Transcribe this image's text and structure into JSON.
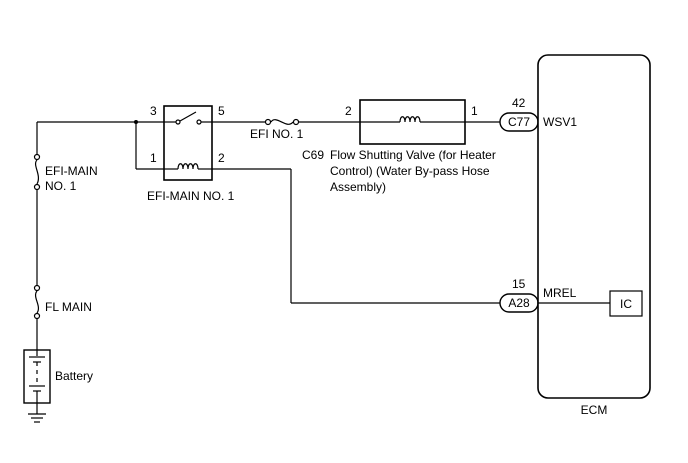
{
  "colors": {
    "wire": "#000000",
    "background": "#ffffff"
  },
  "components": {
    "fuse_efi_main": {
      "label_line1": "EFI-MAIN",
      "label_line2": "NO. 1"
    },
    "fuse_fl_main": {
      "label": "FL MAIN"
    },
    "battery": {
      "label": "Battery"
    },
    "relay": {
      "label": "EFI-MAIN NO. 1",
      "pin_3": "3",
      "pin_5": "5",
      "pin_1": "1",
      "pin_2": "2"
    },
    "fuse_efi_no1": {
      "label": "EFI NO. 1"
    },
    "valve": {
      "code": "C69",
      "name_line1": "Flow Shutting Valve (for Heater",
      "name_line2": "Control) (Water By-pass Hose",
      "name_line3": "Assembly)",
      "pin_left": "2",
      "pin_right": "1"
    },
    "connector_c77": {
      "label": "C77",
      "pin": "42",
      "signal": "WSV1"
    },
    "connector_a28": {
      "label": "A28",
      "pin": "15",
      "signal": "MREL"
    },
    "ic": {
      "label": "IC"
    },
    "ecm": {
      "label": "ECM"
    }
  }
}
